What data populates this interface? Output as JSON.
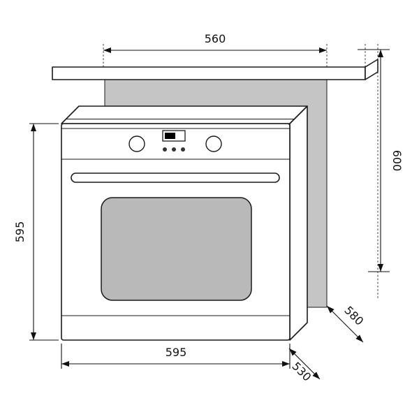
{
  "diagram": {
    "type": "built-in-oven-installation-dimensions",
    "dims": {
      "niche_width": "560",
      "niche_height": "600",
      "oven_height": "595",
      "oven_width": "595",
      "oven_depth": "530",
      "niche_depth": "580"
    },
    "colors": {
      "background": "#ffffff",
      "line": "#1a1a1a",
      "niche_panel": "#c5c5c5",
      "door_glass": "#b9b9b9",
      "display": "#000000"
    }
  }
}
